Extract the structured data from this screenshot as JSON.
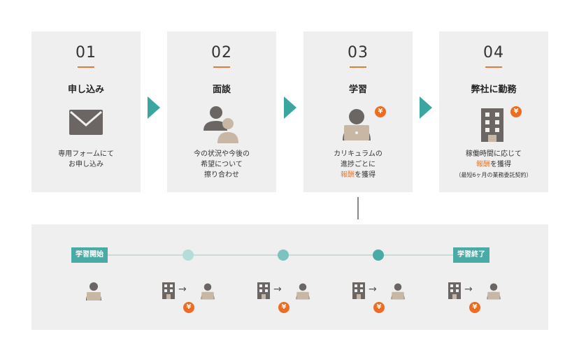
{
  "steps": [
    {
      "num": "01",
      "title": "申し込み",
      "desc": [
        "専用フォームにて",
        "お申し込み"
      ]
    },
    {
      "num": "02",
      "title": "面談",
      "desc": [
        "今の状況や今後の",
        "希望について",
        "擦り合わせ"
      ]
    },
    {
      "num": "03",
      "title": "学習",
      "desc": [
        "カリキュラムの",
        "進捗ごとに"
      ],
      "desc_highlight": "報酬",
      "desc_tail": "を獲得",
      "yen": "¥"
    },
    {
      "num": "04",
      "title": "弊社に勤務",
      "desc": [
        "稼働時間に応じて"
      ],
      "desc_highlight": "報酬",
      "desc_tail": "を獲得",
      "note": "（最短6ヶ月の業務委託契約）",
      "yen": "¥"
    }
  ],
  "timeline": {
    "start_label": "学習開始",
    "end_label": "学習終了",
    "yen": "¥",
    "arrow": "→"
  },
  "colors": {
    "accent_teal": "#3aa6a0",
    "accent_orange": "#ec6c23",
    "card_bg": "#efefef",
    "icon_gray": "#6b6664",
    "icon_beige": "#c9b7a6"
  }
}
